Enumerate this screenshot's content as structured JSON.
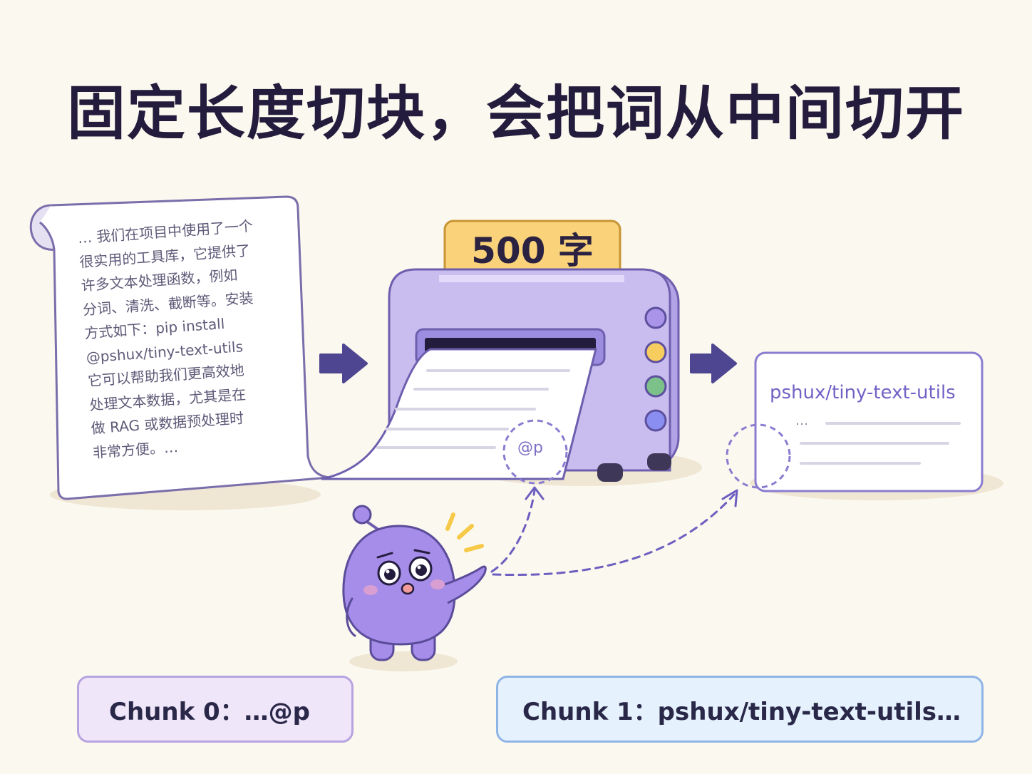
{
  "title": "固定长度切块，会把词从中间切开",
  "source_text": {
    "lines": [
      "… 我们在项目中使用了一个",
      "很实用的工具库，它提供了",
      "许多文本处理函数，例如",
      "分词、清洗、截断等。安装",
      "方式如下：pip install",
      "@pshux/tiny-text-utils",
      "它可以帮助我们更高效地",
      "处理文本数据，尤其是在",
      "做 RAG 或数据预处理时",
      "非常方便。…"
    ]
  },
  "machine": {
    "badge": "500 字"
  },
  "paper_cut_label": "@p",
  "output_card": {
    "title": "pshux/tiny-text-utils",
    "ellipsis": "…"
  },
  "chunks": [
    {
      "label": "Chunk 0：…@p"
    },
    {
      "label": "Chunk 1：pshux/tiny-text-utils…"
    }
  ],
  "icons": {
    "arrow_left": "right-arrow-icon",
    "arrow_right": "right-arrow-icon",
    "mascot": "confused-blob-mascot"
  },
  "colors": {
    "background": "#fbf8ef",
    "title": "#231c3d",
    "machine_body": "#c9bdf0",
    "machine_side": "#b2a2e6",
    "badge": "#f9d27a",
    "arrow": "#4e4690",
    "mascot": "#a58de9",
    "accent_purple": "#7362c6",
    "chunk0_bg": "#efe6fa",
    "chunk1_bg": "#e5f2fd",
    "knob_colors": [
      "#a994ea",
      "#f8cd60",
      "#7cc08a",
      "#8a8ef0"
    ]
  }
}
